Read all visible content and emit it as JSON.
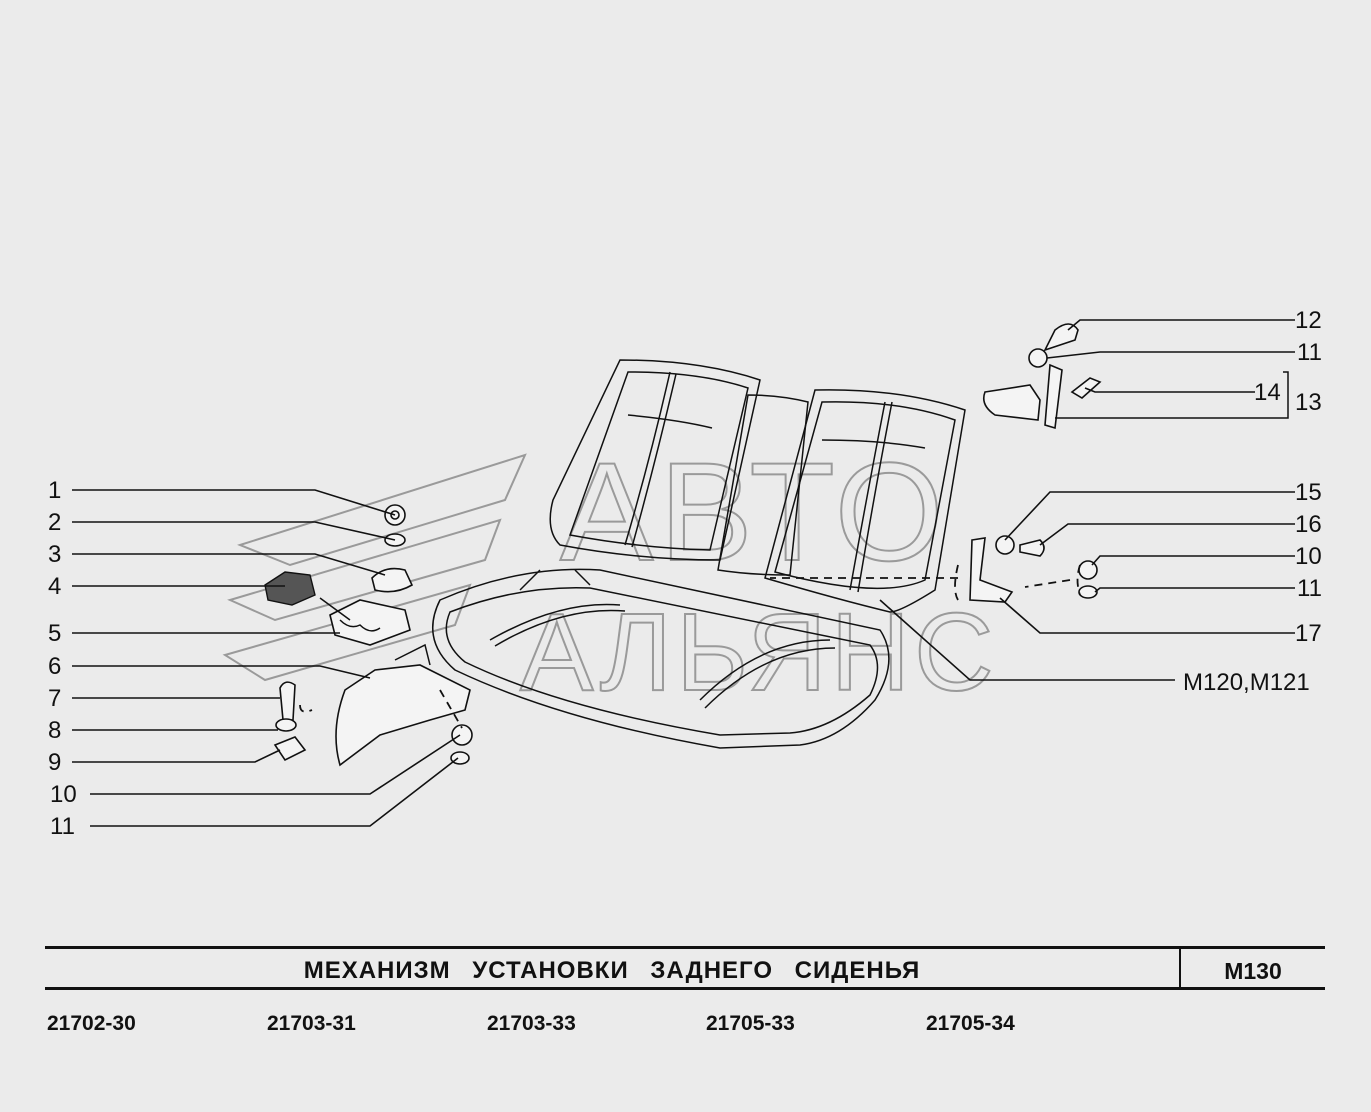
{
  "watermark": {
    "line1": "АВТО",
    "line2": "АЛЬЯНС"
  },
  "callouts": {
    "c1": "1",
    "c2": "2",
    "c3": "3",
    "c4": "4",
    "c5": "5",
    "c6": "6",
    "c7": "7",
    "c8": "8",
    "c9": "9",
    "c10l": "10",
    "c11l": "11",
    "c12": "12",
    "c11r_top": "11",
    "c14": "14",
    "c13": "13",
    "c15": "15",
    "c16": "16",
    "c10r": "10",
    "c11r": "11",
    "c17": "17",
    "ref": "M120,M121"
  },
  "title": "МЕХАНИЗМ  УСТАНОВКИ  ЗАДНЕГО  СИДЕНЬЯ",
  "page_code": "M130",
  "models": [
    "21702-30",
    "21703-31",
    "21703-33",
    "21705-33",
    "21705-34"
  ]
}
